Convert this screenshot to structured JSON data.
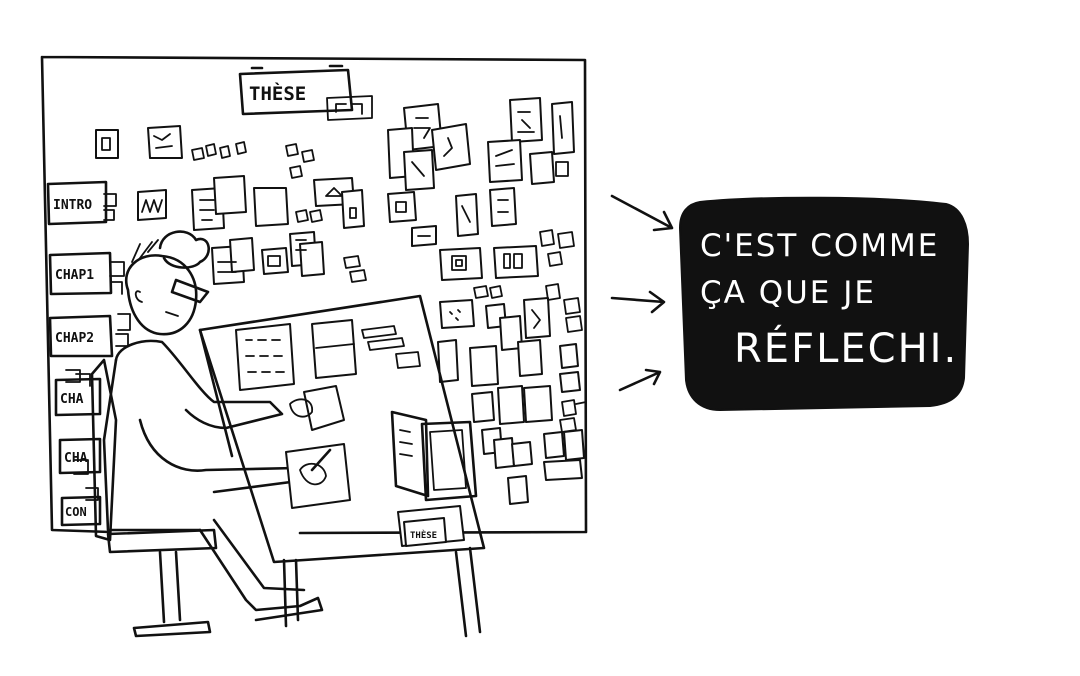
{
  "board": {
    "thesis_label": "THÈSE",
    "side_labels": [
      "INTRO",
      "CHAP1",
      "CHAP2",
      "CHA",
      "CHA",
      "CON"
    ]
  },
  "bubble": {
    "lines": [
      "C'EST COMME",
      "ÇA QUE JE",
      "RÉFLECHI."
    ],
    "background": "#111111",
    "text_color": "#ffffff"
  },
  "table_note": "THÈSE",
  "icons": [
    "arrow-right-icon",
    "arrow-right-icon",
    "arrow-right-icon"
  ]
}
